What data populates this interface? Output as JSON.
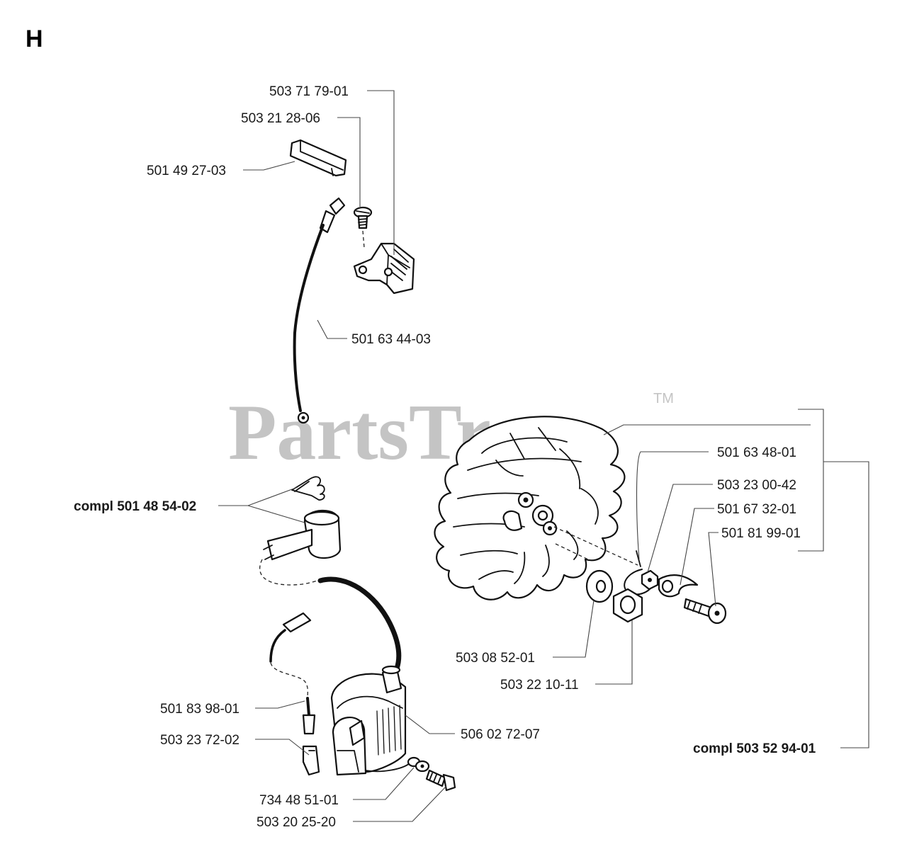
{
  "section_letter": "H",
  "watermark": {
    "brand": "PartsTree",
    "trademark": "TM"
  },
  "parts": {
    "p_503717901": "503 71 79-01",
    "p_503212806": "503 21 28-06",
    "p_501492703": "501 49 27-03",
    "p_501634403": "501 63 44-03",
    "p_compl_501485402": "compl 501 48 54-02",
    "p_501634801": "501 63 48-01",
    "p_503230042": "503 23 00-42",
    "p_501673201": "501 67 32-01",
    "p_501819901": "501 81 99-01",
    "p_503085201": "503 08 52-01",
    "p_503221011": "503 22 10-11",
    "p_501839801": "501 83 98-01",
    "p_506027207": "506 02 72-07",
    "p_503237202": "503 23 72-02",
    "p_734485101": "734 48 51-01",
    "p_503202520": "503 20 25-20",
    "p_compl_503529401": "compl 503 52 94-01"
  },
  "icons": [
    "ignition-module-icon",
    "flywheel-icon",
    "ignition-coil-icon",
    "spark-plug-cap-icon",
    "screw-icon",
    "nut-icon",
    "washer-icon",
    "spring-icon",
    "pawl-icon",
    "cable-icon",
    "terminal-icon",
    "cover-plate-icon"
  ]
}
